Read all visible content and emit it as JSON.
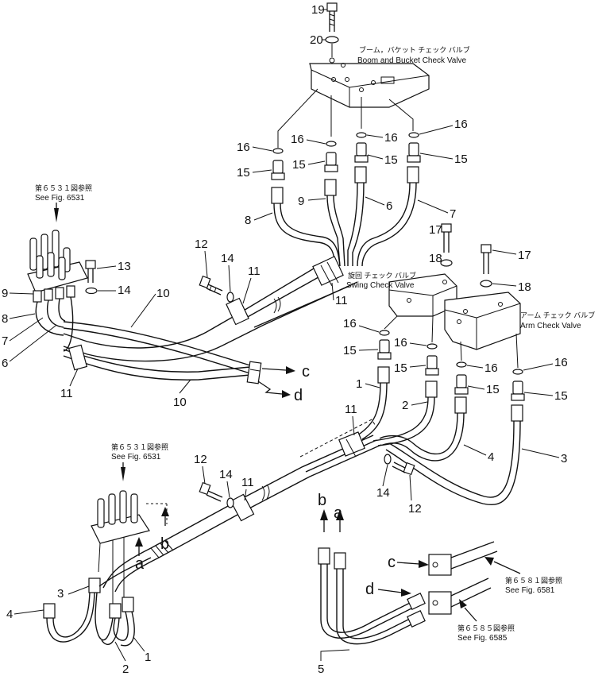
{
  "labels": {
    "n19": "19",
    "n20": "20",
    "n16a": "16",
    "n16b": "16",
    "n16c": "16",
    "n16d": "16",
    "n16e": "16",
    "n16f": "16",
    "n16g": "16",
    "n16h": "16",
    "n15a": "15",
    "n15b": "15",
    "n15c": "15",
    "n15d": "15",
    "n15e": "15",
    "n15f": "15",
    "n15g": "15",
    "n15h": "15",
    "n9a": "9",
    "n6a": "6",
    "n8a": "8",
    "n7a": "7",
    "n12a": "12",
    "n14a": "14",
    "n11a": "11",
    "n11b": "11",
    "n13": "13",
    "n14b": "14",
    "n10a": "10",
    "n10b": "10",
    "n9b": "9",
    "n8b": "8",
    "n7b": "7",
    "n6b": "6",
    "n11c": "11",
    "n17a": "17",
    "n18a": "18",
    "n17b": "17",
    "n18b": "18",
    "n1a": "1",
    "n2a": "2",
    "n4a": "4",
    "n3a": "3",
    "n11d": "11",
    "n14c": "14",
    "n12b": "12",
    "n12c": "12",
    "n14d": "14",
    "n11e": "11",
    "n3b": "3",
    "n4b": "4",
    "n2b": "2",
    "n1b": "1",
    "n5": "5",
    "arrow_c1": "c",
    "arrow_d1": "d",
    "arrow_a1": "a",
    "arrow_b1": "b",
    "arrow_b2": "b",
    "arrow_a2": "a",
    "arrow_c2": "c",
    "arrow_d2": "d"
  },
  "notes": {
    "boom_jp": "ブーム，バケット チェック バルブ",
    "boom_en": "Boom and Bucket Check Valve",
    "swing_jp": "旋回 チェック バルブ",
    "swing_en": "Swing Check Valve",
    "arm_jp": "アーム チェック バルブ",
    "arm_en": "Arm Check Valve",
    "see6531a_jp": "第６５３１図参照",
    "see6531a_en": "See Fig. 6531",
    "see6531b_jp": "第６５３１図参照",
    "see6531b_en": "See Fig. 6531",
    "see6581_jp": "第６５８１図参照",
    "see6581_en": "See Fig. 6581",
    "see6585_jp": "第６５８５図参照",
    "see6585_en": "See Fig. 6585"
  }
}
